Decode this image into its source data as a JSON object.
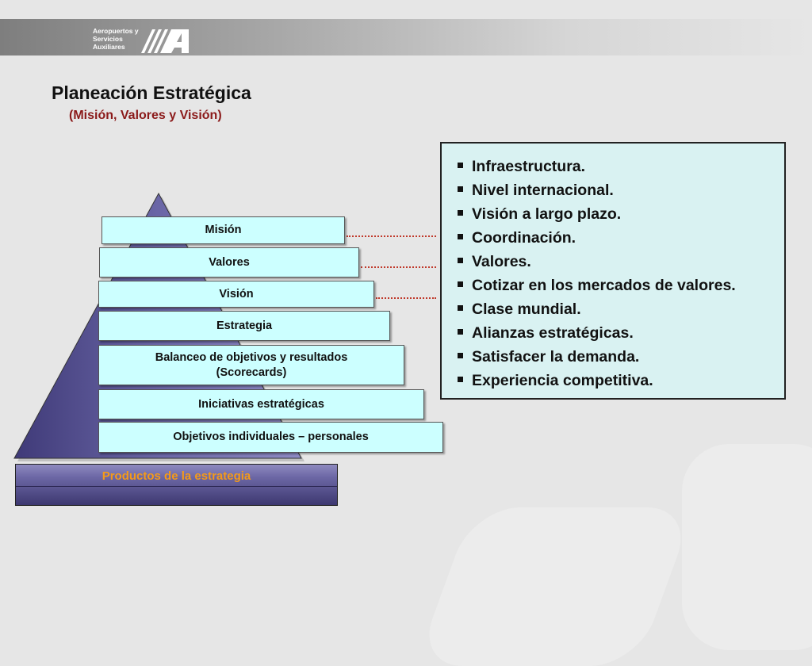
{
  "header": {
    "logo_lines": [
      "Aeropuertos y",
      "Servicios",
      "Auxiliares"
    ],
    "logo_mark_icon": "asa-logo-icon"
  },
  "title": "Planeación Estratégica",
  "subtitle": "(Misión, Valores y Visión)",
  "pyramid": {
    "levels": [
      {
        "label": "Misión"
      },
      {
        "label": "Valores"
      },
      {
        "label": "Visión"
      },
      {
        "label": "Estrategia"
      },
      {
        "label": "Balanceo de objetivos y resultados\n(Scorecards)"
      },
      {
        "label": "Iniciativas estratégicas"
      },
      {
        "label": "Objetivos individuales – personales"
      }
    ],
    "base_label": "Productos de la estrategia"
  },
  "values_box": {
    "items": [
      "Infraestructura.",
      "Nivel internacional.",
      "Visión a largo plazo.",
      "Coordinación.",
      "Valores.",
      "Cotizar en los mercados de valores.",
      "Clase mundial.",
      "Alianzas estratégicas.",
      "Satisfacer la demanda.",
      "Experiencia competitiva."
    ]
  },
  "colors": {
    "level_fill": "#ccffff",
    "pyramid_fill": "#5f5a9a",
    "subtitle": "#8b1a1a",
    "base_label": "#f39a1a",
    "connector": "#c0392b"
  }
}
